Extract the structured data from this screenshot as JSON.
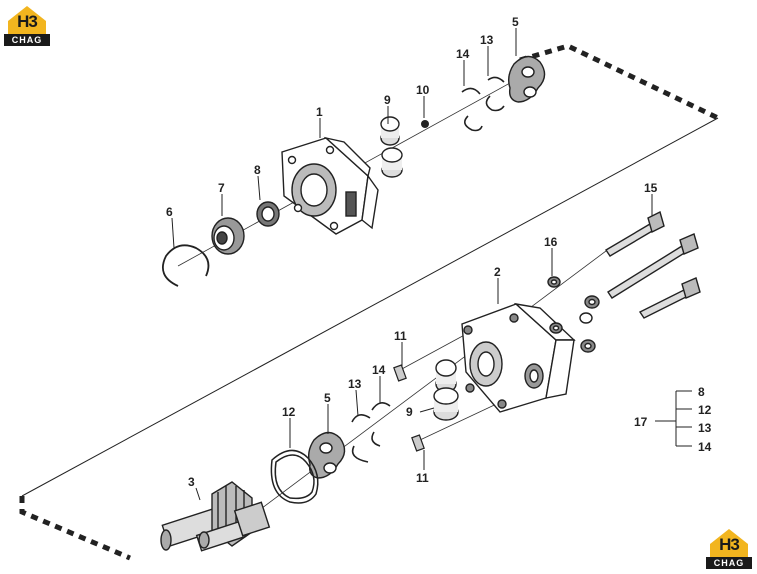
{
  "logo": {
    "main_text": "H3",
    "sub_text": "CHAG",
    "color_gold": "#f2b51f",
    "color_dark": "#1a1a1a"
  },
  "callouts": {
    "n1": "1",
    "n2": "2",
    "n3": "3",
    "n5a": "5",
    "n5b": "5",
    "n6": "6",
    "n7": "7",
    "n8": "8",
    "n9a": "9",
    "n9b": "9",
    "n10": "10",
    "n11a": "11",
    "n11b": "11",
    "n12": "12",
    "n13a": "13",
    "n13b": "13",
    "n14a": "14",
    "n14b": "14",
    "n15": "15",
    "n16": "16"
  },
  "kit_legend": {
    "kit": "17",
    "items": [
      "8",
      "12",
      "13",
      "14"
    ]
  }
}
